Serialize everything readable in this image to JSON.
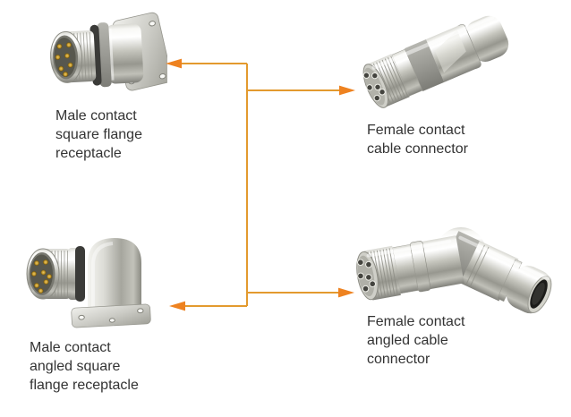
{
  "figure": {
    "type": "product-connection-diagram",
    "background": "#ffffff",
    "accent_color": "#EE8220",
    "line_color": "#E39A2E",
    "text_color": "#333333",
    "products": [
      {
        "key": "male-square-flange-receptacle",
        "label": "Male contact\nsquare flange\nreceptacle",
        "position": "top-left",
        "image": "male-contact-square-flange-receptacle-photo"
      },
      {
        "key": "female-cable-connector",
        "label": "Female contact\ncable connector",
        "position": "top-right",
        "image": "female-contact-cable-connector-photo"
      },
      {
        "key": "male-angled-square-flange-receptacle",
        "label": "Male contact\nangled square\nflange receptacle",
        "position": "bottom-left",
        "image": "male-contact-angled-square-flange-receptacle-photo"
      },
      {
        "key": "female-angled-cable-connector",
        "label": "Female contact\nangled cable\nconnector",
        "position": "bottom-right",
        "image": "female-contact-angled-cable-connector-photo"
      }
    ],
    "connections": [
      {
        "from": "trunk",
        "to": "male-square-flange-receptacle",
        "direction": "left"
      },
      {
        "from": "trunk",
        "to": "female-cable-connector",
        "direction": "right"
      },
      {
        "from": "trunk",
        "to": "female-angled-cable-connector",
        "direction": "right"
      },
      {
        "from": "trunk",
        "to": "male-angled-square-flange-receptacle",
        "direction": "left"
      }
    ]
  }
}
